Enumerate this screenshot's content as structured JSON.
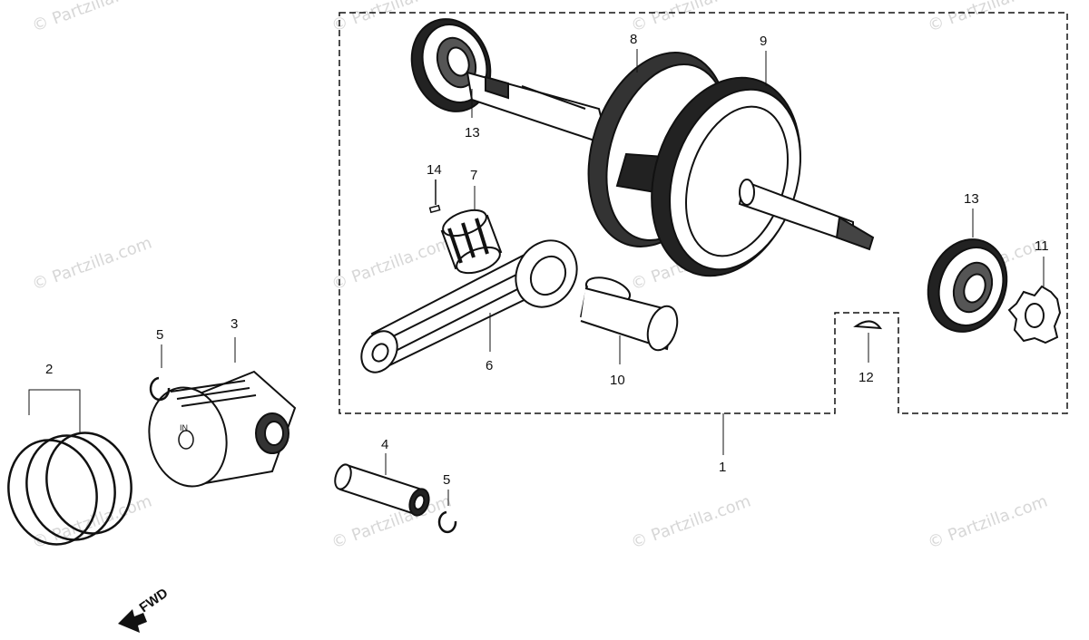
{
  "watermark": {
    "text": "© Partzilla.com",
    "color": "#d7d7d7"
  },
  "callouts": {
    "c1": "1",
    "c2": "2",
    "c3": "3",
    "c4": "4",
    "c5a": "5",
    "c5b": "5",
    "c6": "6",
    "c7": "7",
    "c8": "8",
    "c9": "9",
    "c10": "10",
    "c11": "11",
    "c12": "12",
    "c13a": "13",
    "c13b": "13",
    "c14": "14"
  },
  "direction_indicator": {
    "label": "FWD",
    "icon": "arrow-forward-icon"
  },
  "colors": {
    "line": "#111111",
    "background": "#ffffff"
  }
}
